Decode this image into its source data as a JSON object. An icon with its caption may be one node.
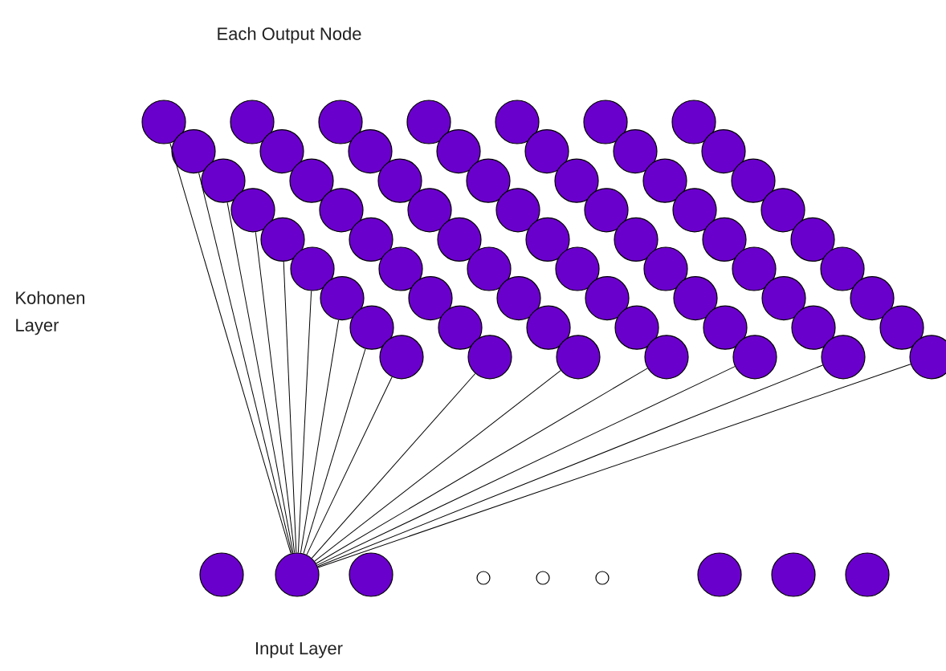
{
  "diagram": {
    "nodes": [
      {
        "text": [],
        "shape": "circle"
      },
      {
        "text": [],
        "shape": "circle"
      },
      {
        "text": [],
        "shape": "circle"
      },
      {
        "text": [],
        "shape": "circle"
      },
      {
        "text": [],
        "shape": "circle"
      },
      {
        "text": [],
        "shape": "circle"
      },
      {
        "text": [],
        "shape": "circle"
      },
      {
        "text": [],
        "shape": "circle"
      },
      {
        "text": [],
        "shape": "circle"
      },
      {
        "text": [],
        "shape": "circle"
      },
      {
        "text": [],
        "shape": "circle"
      },
      {
        "text": [],
        "shape": "circle"
      },
      {
        "text": [],
        "shape": "circle"
      },
      {
        "text": [],
        "shape": "circle"
      },
      {
        "text": [],
        "shape": "circle"
      },
      {
        "text": [],
        "shape": "circle"
      },
      {
        "text": [],
        "shape": "circle"
      },
      {
        "text": [],
        "shape": "circle"
      },
      {
        "text": [],
        "shape": "circle"
      },
      {
        "text": [],
        "shape": "circle"
      },
      {
        "text": [],
        "shape": "circle"
      },
      {
        "text": [],
        "shape": "circle"
      },
      {
        "text": [],
        "shape": "circle"
      },
      {
        "text": [],
        "shape": "circle"
      },
      {
        "text": [],
        "shape": "circle"
      },
      {
        "text": [],
        "shape": "circle"
      },
      {
        "text": [],
        "shape": "circle"
      },
      {
        "text": [],
        "shape": "circle"
      },
      {
        "text": [],
        "shape": "circle"
      },
      {
        "text": [],
        "shape": "circle"
      },
      {
        "text": [],
        "shape": "circle"
      },
      {
        "text": [],
        "shape": "circle"
      },
      {
        "text": [],
        "shape": "circle"
      },
      {
        "text": [],
        "shape": "circle"
      },
      {
        "text": [],
        "shape": "circle"
      },
      {
        "text": [],
        "shape": "circle"
      },
      {
        "text": [],
        "shape": "circle"
      },
      {
        "text": [],
        "shape": "circle"
      },
      {
        "text": [],
        "shape": "circle"
      },
      {
        "text": [],
        "shape": "circle"
      },
      {
        "text": [],
        "shape": "circle"
      },
      {
        "text": [],
        "shape": "circle"
      },
      {
        "text": [],
        "shape": "circle"
      },
      {
        "text": [],
        "shape": "circle"
      },
      {
        "text": [],
        "shape": "circle"
      },
      {
        "text": [],
        "shape": "circle"
      },
      {
        "text": [],
        "shape": "circle"
      },
      {
        "text": [],
        "shape": "circle"
      },
      {
        "text": [],
        "shape": "circle"
      },
      {
        "text": [],
        "shape": "circle"
      },
      {
        "text": [],
        "shape": "circle"
      },
      {
        "text": [],
        "shape": "circle"
      },
      {
        "text": [],
        "shape": "circle"
      },
      {
        "text": [],
        "shape": "circle"
      },
      {
        "text": [],
        "shape": "circle"
      },
      {
        "text": [],
        "shape": "circle"
      },
      {
        "text": [],
        "shape": "circle"
      },
      {
        "text": [],
        "shape": "circle"
      },
      {
        "text": [],
        "shape": "circle"
      },
      {
        "text": [],
        "shape": "circle"
      },
      {
        "text": [],
        "shape": "circle"
      },
      {
        "text": [],
        "shape": "circle"
      },
      {
        "text": [],
        "shape": "circle"
      },
      {
        "text": [],
        "shape": "circle"
      },
      {
        "text": [],
        "shape": "circle"
      },
      {
        "text": [],
        "shape": "circle"
      },
      {
        "text": [],
        "shape": "circle"
      },
      {
        "text": [],
        "shape": "circle"
      },
      {
        "text": [],
        "shape": "circle"
      }
    ],
    "edges": [
      {
        "from": 64,
        "to": 0,
        "arrow": "none"
      },
      {
        "from": 64,
        "to": 1,
        "arrow": "none"
      },
      {
        "from": 64,
        "to": 2,
        "arrow": "none"
      },
      {
        "from": 64,
        "to": 3,
        "arrow": "none"
      },
      {
        "from": 64,
        "to": 4,
        "arrow": "none"
      },
      {
        "from": 64,
        "to": 5,
        "arrow": "none"
      },
      {
        "from": 64,
        "to": 6,
        "arrow": "none"
      },
      {
        "from": 64,
        "to": 7,
        "arrow": "none"
      },
      {
        "from": 64,
        "to": 8,
        "arrow": "none"
      },
      {
        "from": 64,
        "to": 17,
        "arrow": "none"
      },
      {
        "from": 64,
        "to": 26,
        "arrow": "none"
      },
      {
        "from": 64,
        "to": 35,
        "arrow": "none"
      },
      {
        "from": 64,
        "to": 44,
        "arrow": "none"
      },
      {
        "from": 64,
        "to": 53,
        "arrow": "none"
      },
      {
        "from": 64,
        "to": 62,
        "arrow": "none"
      }
    ],
    "labels": [
      "Each Output Node",
      "Kohonen Layer",
      "Input Layer"
    ]
  }
}
